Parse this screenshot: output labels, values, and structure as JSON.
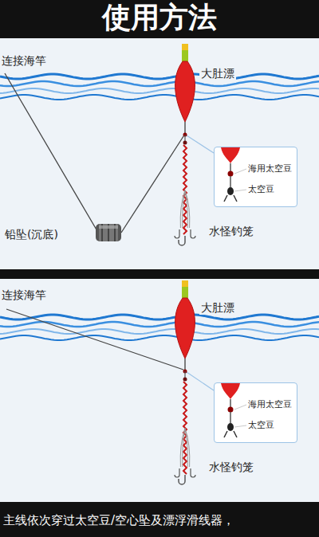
{
  "diagram": {
    "title": "使用方法",
    "caption": "主线依次穿过太空豆/空心坠及漂浮滑线器，",
    "nodes": [
      {
        "text": [
          "海用太空豆",
          "太空豆"
        ]
      },
      {
        "text": [
          "海用太空豆",
          "太空豆"
        ]
      }
    ],
    "labels": [
      "连接海竿",
      "大肚漂",
      "铅坠(沉底)",
      "水怪钓笼",
      "连接海竿",
      "大肚漂",
      "水怪钓笼"
    ]
  }
}
